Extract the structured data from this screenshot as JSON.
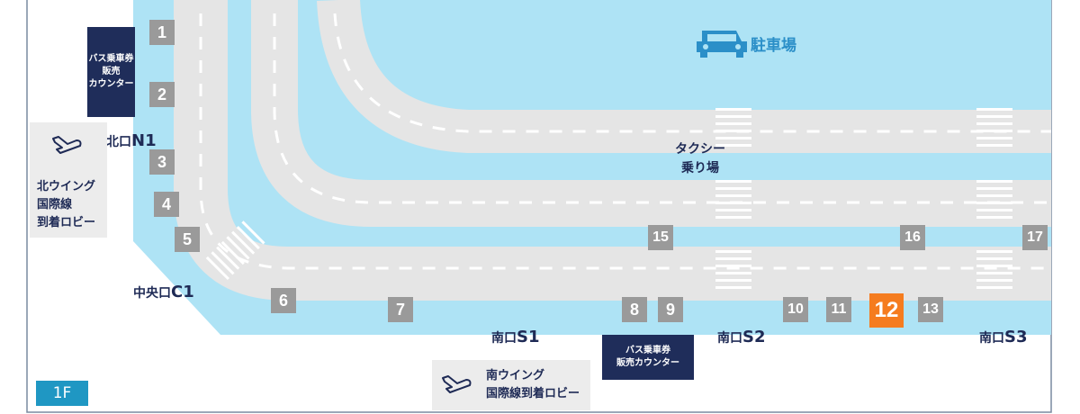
{
  "floor": "1F",
  "parking": {
    "label": "駐車場",
    "icon": "car-icon"
  },
  "taxi": {
    "line1": "タクシー",
    "line2": "乗り場"
  },
  "stops": [
    "1",
    "2",
    "3",
    "4",
    "5",
    "6",
    "7",
    "8",
    "9",
    "10",
    "11",
    "12",
    "13",
    "15",
    "16",
    "17"
  ],
  "highlighted_stop": "12",
  "exits": {
    "north": {
      "prefix": "北口",
      "code": "N1"
    },
    "center": {
      "prefix": "中央口",
      "code": "C1"
    },
    "s1": {
      "prefix": "南口",
      "code": "S1"
    },
    "s2": {
      "prefix": "南口",
      "code": "S2"
    },
    "s3": {
      "prefix": "南口",
      "code": "S3"
    }
  },
  "counters": {
    "north": {
      "line1": "バス乗車券",
      "line2": "販売",
      "line3": "カウンター"
    },
    "south": {
      "line1": "バス乗車券",
      "line2": "販売カウンター"
    }
  },
  "wings": {
    "north": {
      "line1": "北ウイング",
      "line2": "国際線",
      "line3": "到着ロビー",
      "icon": "airplane-arrival-icon"
    },
    "south": {
      "line1": "南ウイング",
      "line2": "国際線到着ロビー",
      "icon": "airplane-arrival-icon"
    }
  },
  "colors": {
    "water": "#aee3f5",
    "road": "#e5e5e5",
    "stop": "#9a9a9a",
    "highlight": "#f57c1f",
    "navy": "#1f2d5a",
    "floor_badge": "#1f97c3"
  }
}
